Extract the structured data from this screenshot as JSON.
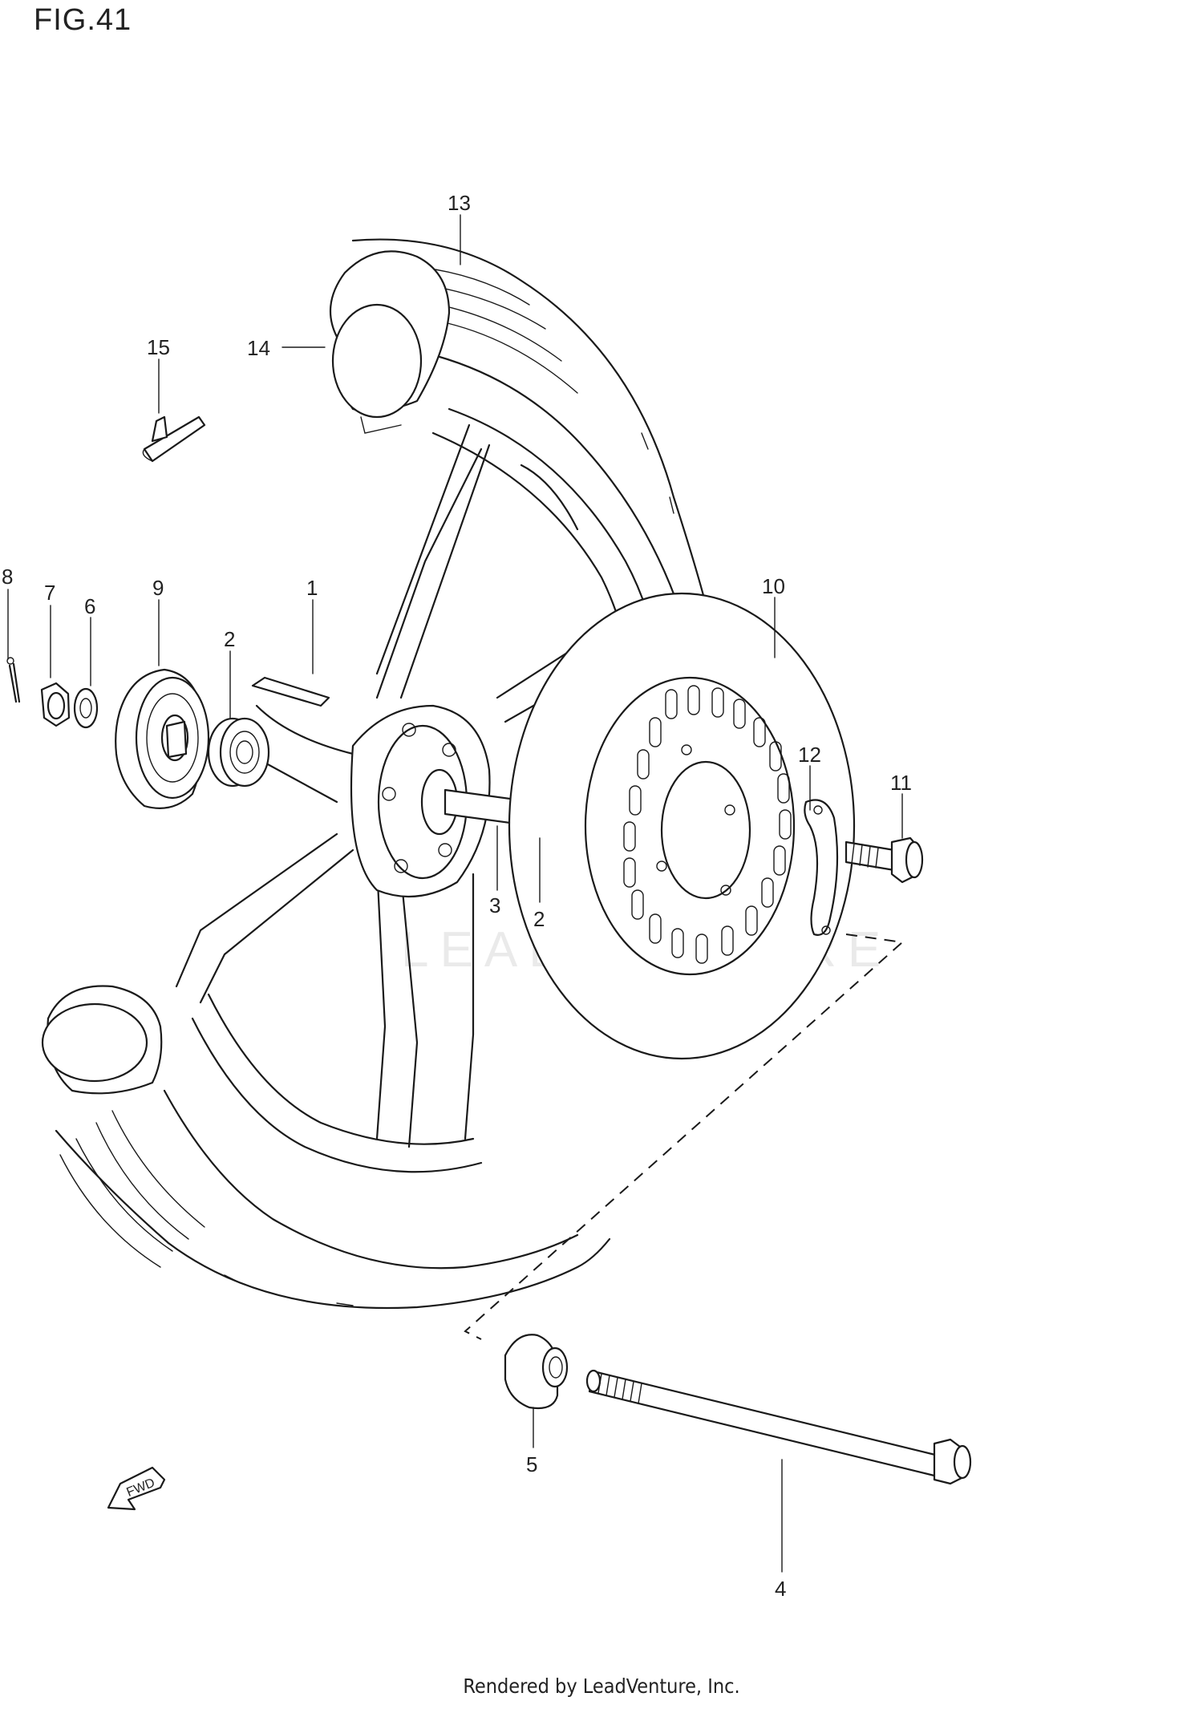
{
  "figure": {
    "title": "FIG.41",
    "footer": "Rendered by LeadVenture, Inc.",
    "watermark": "LEADVENTURE",
    "fwd_label": "FWD"
  },
  "callouts": [
    {
      "id": "1",
      "part": "wheel"
    },
    {
      "id": "2",
      "part": "bearing-left"
    },
    {
      "id": "2",
      "part": "bearing-right"
    },
    {
      "id": "3",
      "part": "spacer"
    },
    {
      "id": "4",
      "part": "axle"
    },
    {
      "id": "5",
      "part": "collar"
    },
    {
      "id": "6",
      "part": "washer"
    },
    {
      "id": "7",
      "part": "nut"
    },
    {
      "id": "8",
      "part": "cotter-pin"
    },
    {
      "id": "9",
      "part": "dust-seal"
    },
    {
      "id": "10",
      "part": "brake-disc"
    },
    {
      "id": "11",
      "part": "disc-bolt"
    },
    {
      "id": "12",
      "part": "lock-washer"
    },
    {
      "id": "13",
      "part": "tire"
    },
    {
      "id": "14",
      "part": "tube"
    },
    {
      "id": "15",
      "part": "valve"
    }
  ]
}
